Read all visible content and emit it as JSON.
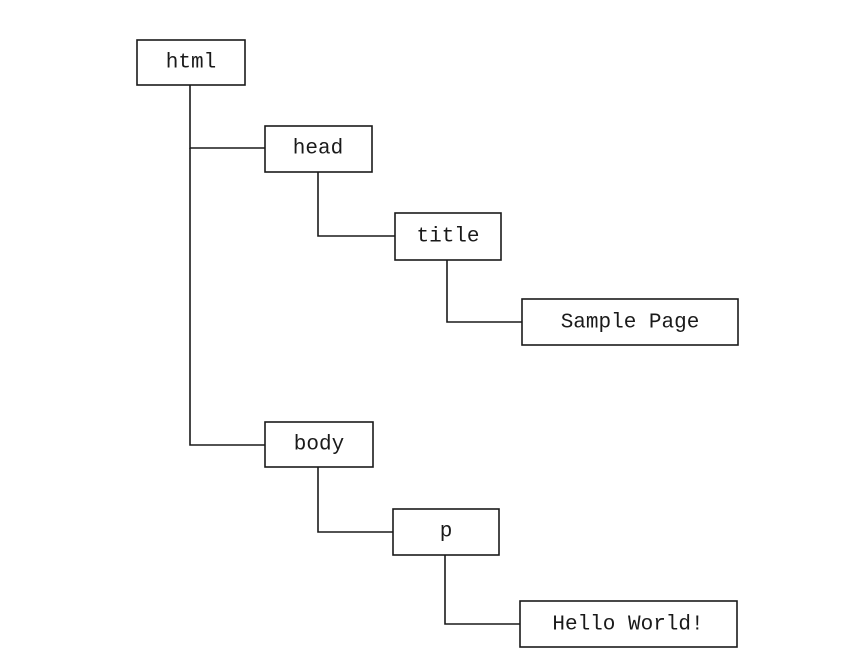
{
  "nodes": [
    {
      "id": "html",
      "label": "html",
      "parent": null
    },
    {
      "id": "head",
      "label": "head",
      "parent": "html"
    },
    {
      "id": "title",
      "label": "title",
      "parent": "head"
    },
    {
      "id": "text-sample-page",
      "label": "Sample Page",
      "parent": "title"
    },
    {
      "id": "body",
      "label": "body",
      "parent": "html"
    },
    {
      "id": "p",
      "label": "p",
      "parent": "body"
    },
    {
      "id": "text-hello-world",
      "label": "Hello World!",
      "parent": "p"
    }
  ],
  "colors": {
    "line": "#1a1a1a",
    "box_fill": "#ffffff",
    "background": "#ffffff"
  }
}
